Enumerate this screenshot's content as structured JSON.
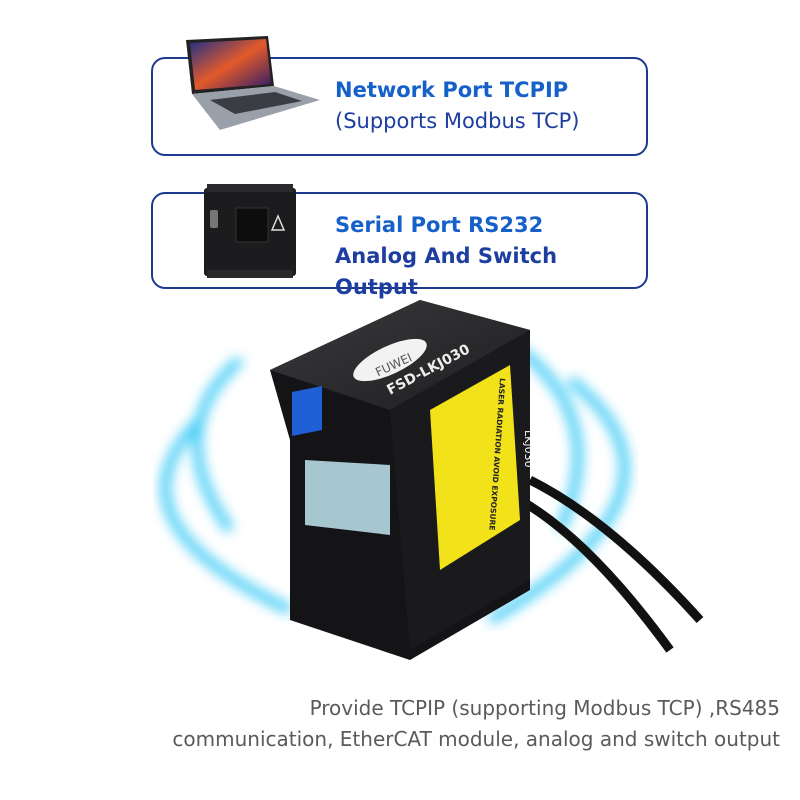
{
  "cards": [
    {
      "title": "Network Port TCPIP",
      "subtitle": "(Supports Modbus TCP)",
      "icon": "laptop-icon"
    },
    {
      "title": "Serial Port RS232",
      "subtitle": "Analog And Switch Output",
      "icon": "plc-controller-icon"
    }
  ],
  "product": {
    "brand": "FUWEI",
    "model": "FSD-LKJ030",
    "side_label": "LKJ030",
    "warning_label": "LASER RADIATION AVOID EXPOSURE"
  },
  "footer": {
    "line1": "Provide TCPIP (supporting Modbus TCP) ,RS485",
    "line2": "communication, EtherCAT module, analog and switch output"
  },
  "colors": {
    "card_border": "#1d3a8f",
    "title": "#1560c9",
    "subtitle": "#1d3da0",
    "glow": "#27c4f5",
    "label_yellow": "#f2e21a"
  }
}
